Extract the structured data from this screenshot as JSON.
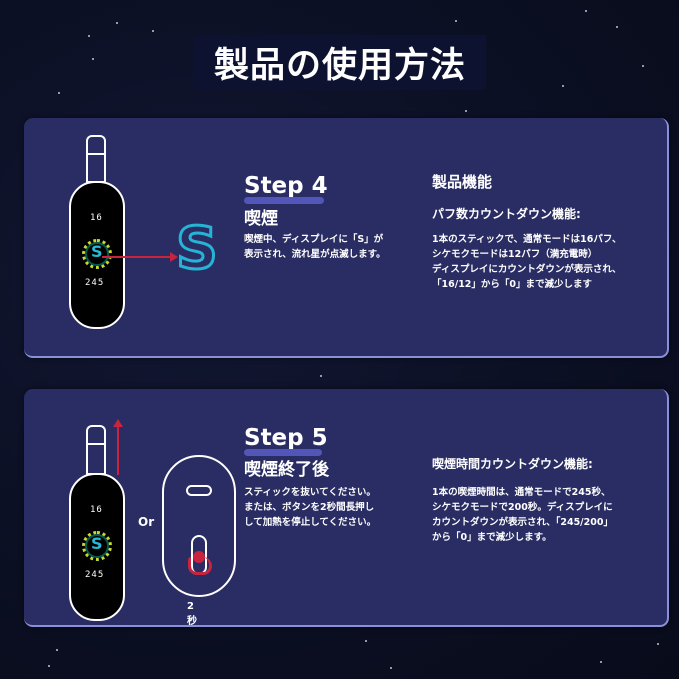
{
  "page": {
    "title": "製品の使用方法"
  },
  "step4": {
    "heading": "Step 4",
    "subtitle": "喫煙",
    "description": "喫煙中、ディスプレイに「S」が\n表示され、流れ星が点滅します。",
    "icon": "s-logo-icon",
    "display": {
      "top_number": "16",
      "bottom_number": "245",
      "center_letter": "S"
    },
    "big_letter": "S",
    "feature": {
      "section_title": "製品機能",
      "title": "パフ数カウントダウン機能:",
      "body": "1本のスティックで、通常モードは16パフ、\nシケモクモードは12パフ（満充電時）\nディスプレイにカウントダウンが表示され、\n「16/12」から「0」まで減少します"
    }
  },
  "step5": {
    "heading": "Step 5",
    "subtitle": "喫煙終了後",
    "description": "スティックを抜いてください。\nまたは、ボタンを2秒間長押し\nして加熱を停止してください。",
    "display": {
      "top_number": "16",
      "bottom_number": "245",
      "center_letter": "S"
    },
    "or_label": "Or",
    "press_duration": "2秒",
    "feature": {
      "title": "喫煙時間カウントダウン機能:",
      "body": "1本の喫煙時間は、通常モードで245秒、\nシケモクモードで200秒。ディスプレイに\nカウントダウンが表示され、「245/200」\nから「0」まで減少します。"
    }
  },
  "colors": {
    "background": "#0b0f22",
    "panel": "#2a2d63",
    "panel_border": "#8b8fd8",
    "underline": "#5356b9",
    "accent_red": "#c8243e",
    "accent_cyan": "#26b4d4"
  }
}
